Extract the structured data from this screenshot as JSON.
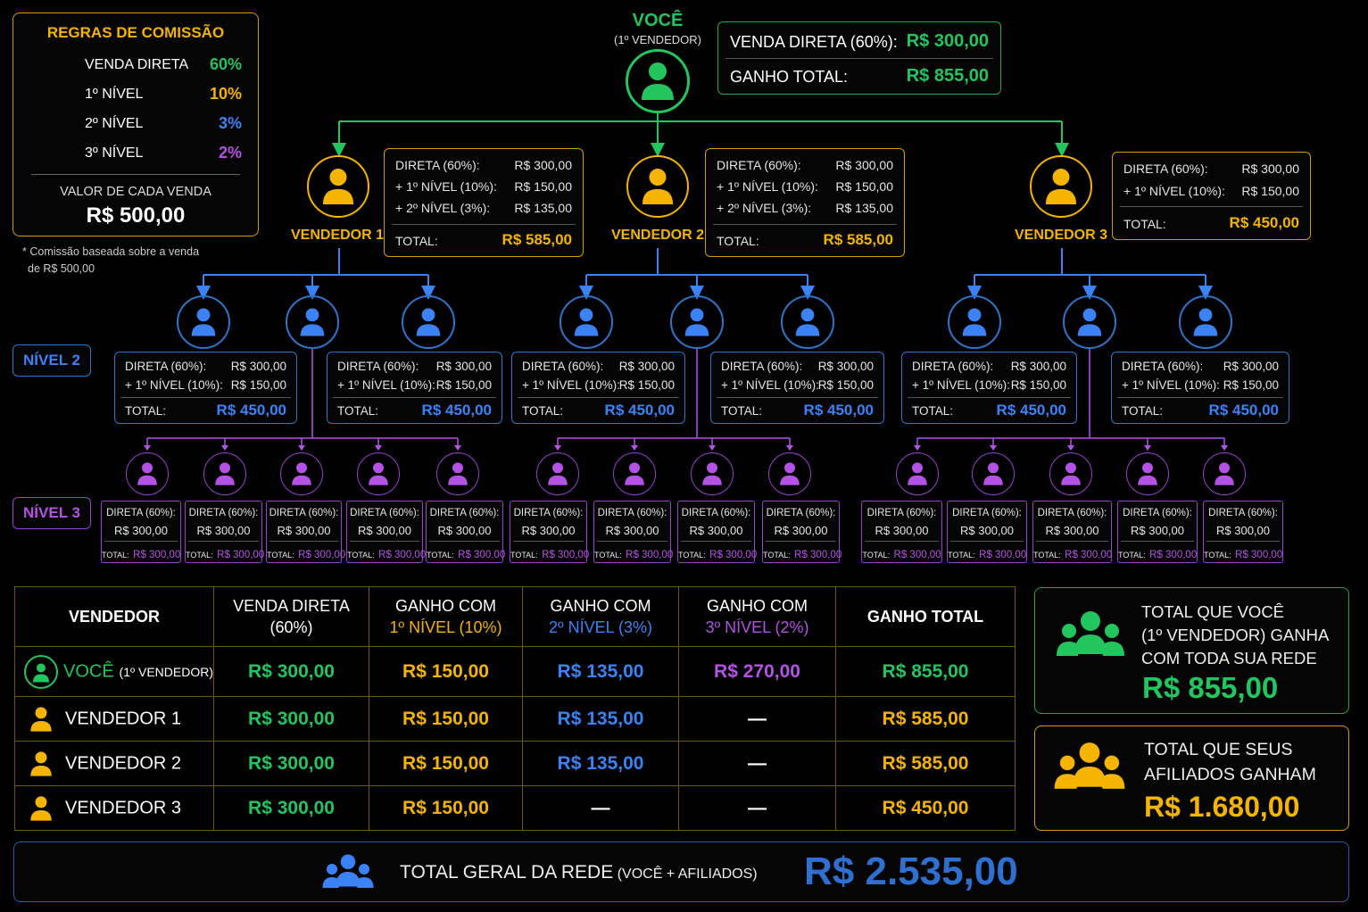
{
  "rules": {
    "title": "REGRAS DE COMISSÃO",
    "items": [
      {
        "label": "VENDA DIRETA",
        "pct": "60%",
        "color": "#22c55e"
      },
      {
        "label": "1º NÍVEL",
        "pct": "10%",
        "color": "#f4b400"
      },
      {
        "label": "2º NÍVEL",
        "pct": "3%",
        "color": "#3b82f6"
      },
      {
        "label": "3º NÍVEL",
        "pct": "2%",
        "color": "#b452e6"
      }
    ],
    "value_label": "VALOR DE CADA VENDA",
    "value": "R$ 500,00",
    "note_line1": "* Comissão baseada sobre a venda",
    "note_line2": "de R$ 500,00"
  },
  "voce": {
    "title": "VOCÊ",
    "subtitle": "(1º VENDEDOR)",
    "direct_label": "VENDA DIRETA (60%):",
    "direct_value": "R$ 300,00",
    "total_label": "GANHO TOTAL:",
    "total_value": "R$ 855,00"
  },
  "level1": [
    {
      "name": "VENDEDOR 1",
      "lines": [
        {
          "l": "DIRETA (60%):",
          "v": "R$ 300,00"
        },
        {
          "l": "+ 1º NÍVEL (10%):",
          "v": "R$ 150,00"
        },
        {
          "l": "+ 2º NÍVEL (3%):",
          "v": "R$ 135,00"
        }
      ],
      "total_label": "TOTAL:",
      "total": "R$ 585,00"
    },
    {
      "name": "VENDEDOR 2",
      "lines": [
        {
          "l": "DIRETA (60%):",
          "v": "R$ 300,00"
        },
        {
          "l": "+ 1º NÍVEL (10%):",
          "v": "R$ 150,00"
        },
        {
          "l": "+ 2º NÍVEL (3%):",
          "v": "R$ 135,00"
        }
      ],
      "total_label": "TOTAL:",
      "total": "R$ 585,00"
    },
    {
      "name": "VENDEDOR 3",
      "lines": [
        {
          "l": "DIRETA (60%):",
          "v": "R$ 300,00"
        },
        {
          "l": "+ 1º NÍVEL (10%):",
          "v": "R$ 150,00"
        }
      ],
      "total_label": "TOTAL:",
      "total": "R$ 450,00"
    }
  ],
  "level2": {
    "label": "NÍVEL 2",
    "card": {
      "l1": "DIRETA (60%):",
      "v1": "R$ 300,00",
      "l2": "+ 1º NÍVEL (10%):",
      "v2": "R$ 150,00",
      "total_label": "TOTAL:",
      "total": "R$ 450,00"
    }
  },
  "level3": {
    "label": "NÍVEL 3",
    "card": {
      "l1": "DIRETA (60%):",
      "v1": "R$ 300,00",
      "total_label": "TOTAL:",
      "total": "R$ 300,00"
    }
  },
  "table": {
    "headers": [
      {
        "a": "VENDEDOR",
        "b": ""
      },
      {
        "a": "VENDA DIRETA",
        "b": "(60%)"
      },
      {
        "a": "GANHO COM",
        "b": "1º NÍVEL (10%)"
      },
      {
        "a": "GANHO COM",
        "b": "2º NÍVEL (3%)"
      },
      {
        "a": "GANHO COM",
        "b": "3º NÍVEL (2%)"
      },
      {
        "a": "GANHO TOTAL",
        "b": ""
      }
    ],
    "rows": [
      {
        "name": "VOCÊ",
        "sub": "(1º VENDEDOR)",
        "c": [
          "R$ 300,00",
          "R$ 150,00",
          "R$ 135,00",
          "R$ 270,00",
          "R$ 855,00"
        ]
      },
      {
        "name": "VENDEDOR 1",
        "sub": "",
        "c": [
          "R$ 300,00",
          "R$ 150,00",
          "R$ 135,00",
          "—",
          "R$ 585,00"
        ]
      },
      {
        "name": "VENDEDOR 2",
        "sub": "",
        "c": [
          "R$ 300,00",
          "R$ 150,00",
          "R$ 135,00",
          "—",
          "R$ 585,00"
        ]
      },
      {
        "name": "VENDEDOR 3",
        "sub": "",
        "c": [
          "R$ 300,00",
          "R$ 150,00",
          "—",
          "—",
          "R$ 450,00"
        ]
      }
    ]
  },
  "summary_you": {
    "line1": "TOTAL QUE VOCÊ",
    "line2": "(1º VENDEDOR) GANHA",
    "line3": "COM TODA SUA REDE",
    "value": "R$ 855,00"
  },
  "summary_aff": {
    "line1": "TOTAL QUE SEUS",
    "line2": "AFILIADOS GANHAM",
    "value": "R$ 1.680,00"
  },
  "grand": {
    "label": "TOTAL GERAL DA REDE",
    "sub": "(VOCÊ + AFILIADOS)",
    "value": "R$ 2.535,00"
  }
}
